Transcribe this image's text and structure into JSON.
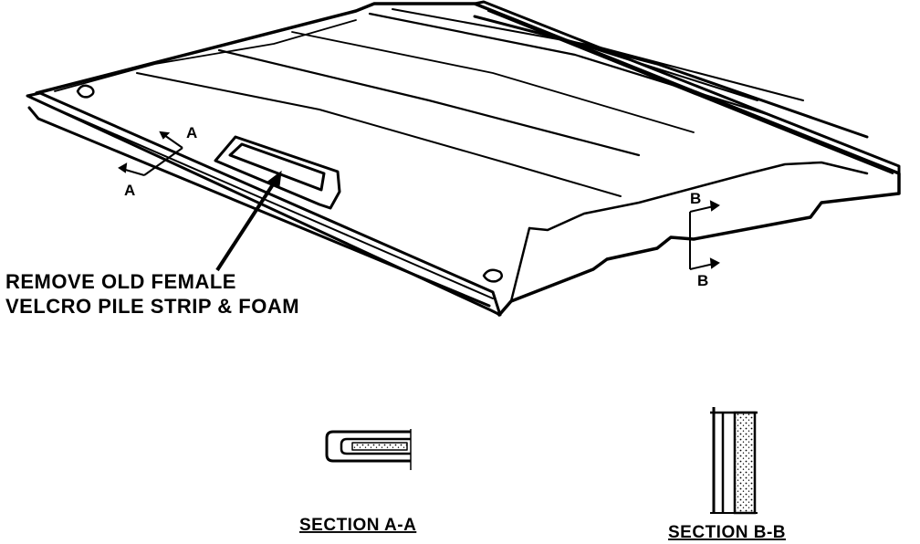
{
  "callout": {
    "line1": "REMOVE OLD FEMALE",
    "line2": "VELCRO PILE STRIP & FOAM"
  },
  "markers": {
    "a_upper": "A",
    "a_lower": "A",
    "b_upper": "B",
    "b_lower": "B"
  },
  "sections": {
    "aa_title": "SECTION  A-A",
    "bb_title": "SECTION  B-B"
  }
}
